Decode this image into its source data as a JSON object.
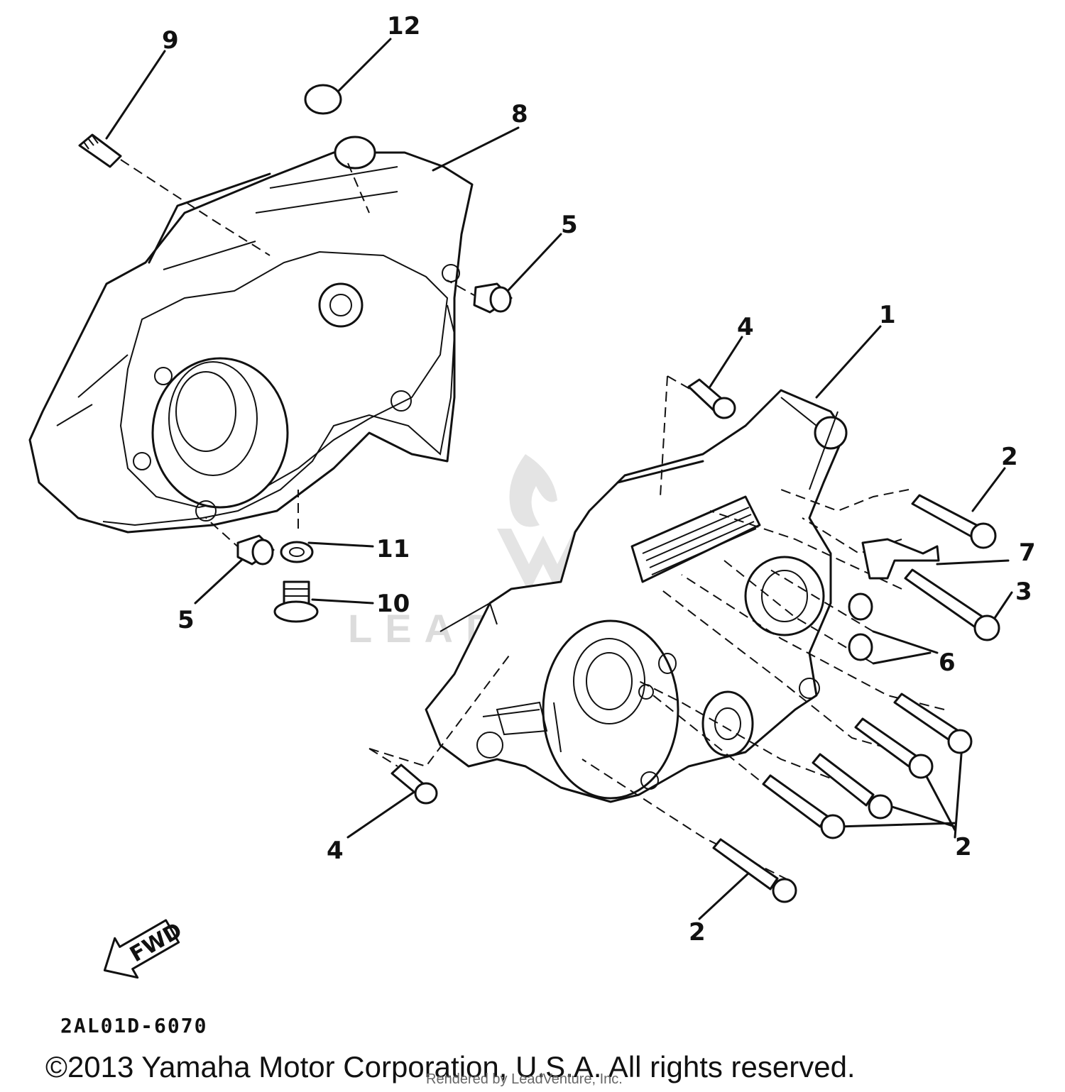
{
  "diagram": {
    "callouts": {
      "c1": "1",
      "c2a": "2",
      "c2b": "2",
      "c2c": "2",
      "c3": "3",
      "c4a": "4",
      "c4b": "4",
      "c5a": "5",
      "c5b": "5",
      "c6": "6",
      "c7": "7",
      "c8": "8",
      "c9": "9",
      "c10": "10",
      "c11": "11",
      "c12": "12"
    },
    "fwd_label": "FWD",
    "diagram_code": "2AL01D-6070",
    "watermark": "LEADVENTURE"
  },
  "footer": {
    "copyright": "©2013 Yamaha Motor Corporation, U.S.A. All rights reserved.",
    "credit": "Rendered by LeadVenture, Inc."
  }
}
